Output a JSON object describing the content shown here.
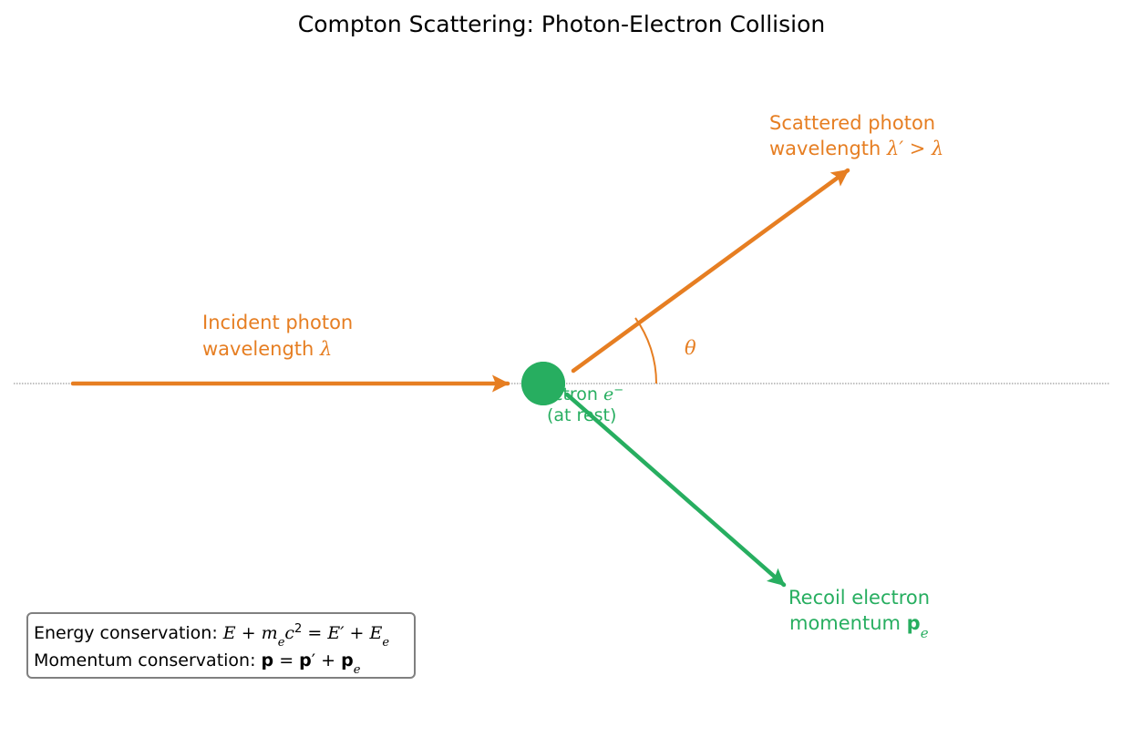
{
  "title": "Compton Scattering: Photon-Electron Collision",
  "colors": {
    "photon": "#e67e22",
    "electron": "#27ae60",
    "baseline": "#808080",
    "box_border": "#808080",
    "text": "#000000"
  },
  "incident": {
    "line1": "Incident photon",
    "line2_prefix": "wavelength ",
    "line2_symbol": "λ"
  },
  "scattered": {
    "line1": "Scattered photon",
    "line2_prefix": "wavelength ",
    "line2_symbol": "λ′ > λ"
  },
  "electron": {
    "line1_prefix": "Electron ",
    "line1_symbol": "e",
    "line1_sup": "−",
    "line2": "(at rest)"
  },
  "recoil": {
    "line1": "Recoil electron",
    "line2_prefix": "momentum ",
    "line2_symbol": "p",
    "line2_sub": "e"
  },
  "angle": {
    "symbol": "θ"
  },
  "conservation": {
    "energy_prefix": "Energy conservation: ",
    "energy_eq_a": "E + m",
    "energy_eq_sub1": "e",
    "energy_eq_b": "c",
    "energy_eq_sup": "2",
    "energy_eq_c": " = E′ + E",
    "energy_eq_sub2": "e",
    "momentum_prefix": "Momentum conservation: ",
    "momentum_p": "p",
    "momentum_eq": " = ",
    "momentum_p2": "p",
    "momentum_prime": "′",
    "momentum_plus": " + ",
    "momentum_p3": "p",
    "momentum_sub": "e"
  }
}
